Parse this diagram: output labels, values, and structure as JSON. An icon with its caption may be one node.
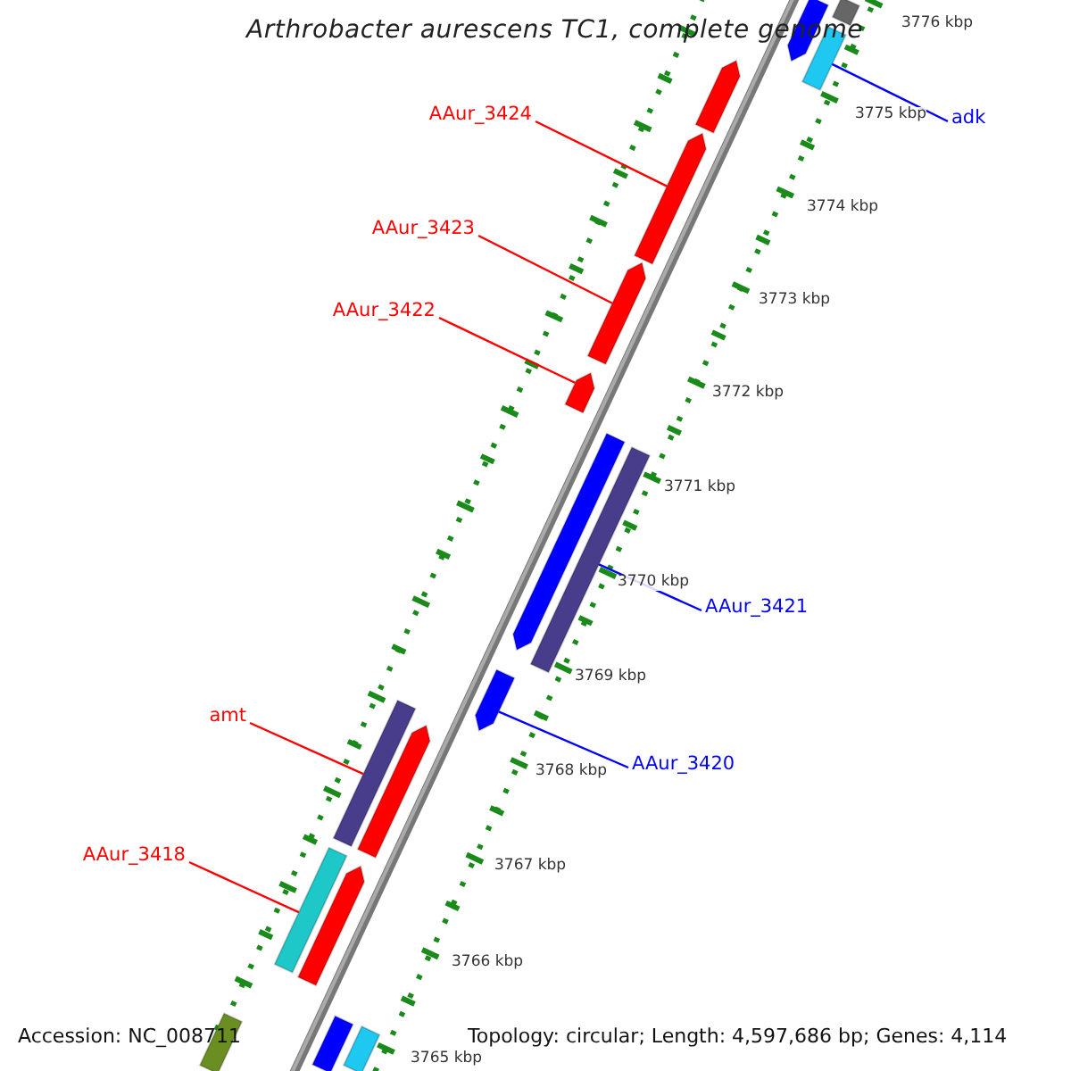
{
  "diagram": {
    "title": "Arthrobacter aurescens TC1, complete genome",
    "nodes": [
      {
        "text": [
          "AAur_3424"
        ]
      },
      {
        "text": [
          "AAur_3423"
        ]
      },
      {
        "text": [
          "AAur_3422"
        ]
      },
      {
        "text": [
          "adk"
        ]
      },
      {
        "text": [
          "AAur_3421"
        ]
      },
      {
        "text": [
          "AAur_3420"
        ]
      },
      {
        "text": [
          "amt"
        ]
      },
      {
        "text": [
          "AAur_3418"
        ]
      },
      {
        "text": [],
        "shape": "arrow"
      },
      {
        "text": [],
        "shape": "bar"
      },
      {
        "text": [],
        "shape": "bar"
      },
      {
        "text": [],
        "shape": "arrow"
      },
      {
        "text": [],
        "shape": "arrow"
      },
      {
        "text": [],
        "shape": "arrow"
      },
      {
        "text": [],
        "shape": "arrow"
      },
      {
        "text": [],
        "shape": "arrow"
      },
      {
        "text": [],
        "shape": "bar"
      },
      {
        "text": [],
        "shape": "arrow"
      },
      {
        "text": [],
        "shape": "bar"
      },
      {
        "text": [],
        "shape": "arrow"
      },
      {
        "text": [],
        "shape": "bar"
      },
      {
        "text": [],
        "shape": "arrow"
      },
      {
        "text": [],
        "shape": "bar"
      },
      {
        "text": [],
        "shape": "bar"
      },
      {
        "text": [],
        "shape": "bar"
      }
    ],
    "edges": [
      {
        "from": 0,
        "to": 12,
        "arrow": "none",
        "color": "#ff0000"
      },
      {
        "from": 1,
        "to": 13,
        "arrow": "none",
        "color": "#ff0000"
      },
      {
        "from": 2,
        "to": 14,
        "arrow": "none",
        "color": "#ff0000"
      },
      {
        "from": 3,
        "to": 10,
        "arrow": "none",
        "color": "#0000ff"
      },
      {
        "from": 4,
        "to": 16,
        "arrow": "none",
        "color": "#0000ff"
      },
      {
        "from": 5,
        "to": 17,
        "arrow": "none",
        "color": "#0000ff"
      },
      {
        "from": 6,
        "to": 18,
        "arrow": "none",
        "color": "#ff0000"
      },
      {
        "from": 7,
        "to": 20,
        "arrow": "none",
        "color": "#ff0000"
      }
    ],
    "labels": [
      "3776 kbp",
      "3775 kbp",
      "3774 kbp",
      "3773 kbp",
      "3772 kbp",
      "3771 kbp",
      "3770 kbp",
      "3769 kbp",
      "3768 kbp",
      "3767 kbp",
      "3766 kbp",
      "3765 kbp",
      "Accession: NC_008711",
      "Topology: circular; Length: 4,597,686 bp; Genes: 4,114"
    ]
  }
}
